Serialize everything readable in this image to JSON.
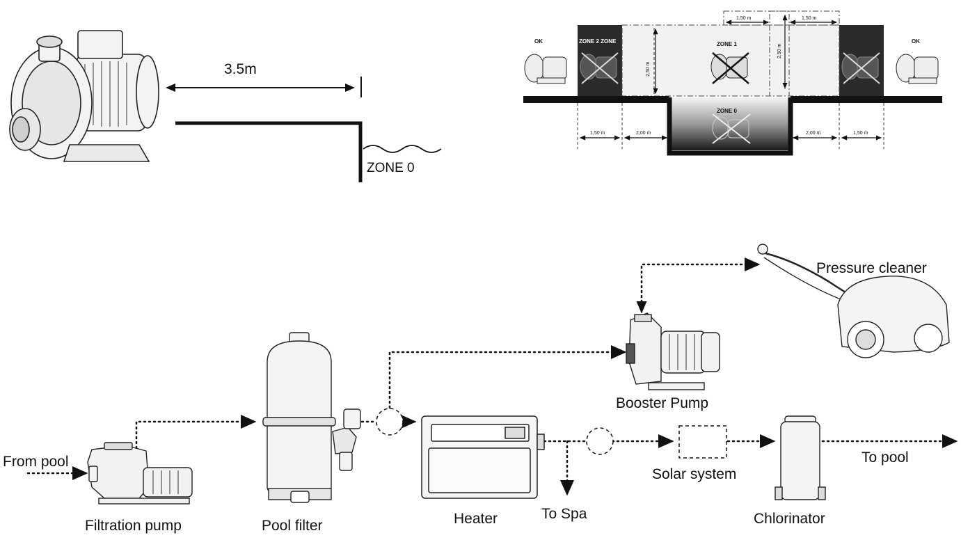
{
  "top_left": {
    "distance_label": "3.5m",
    "zone_label": "ZONE 0"
  },
  "zones_diagram": {
    "ok_left": "OK",
    "ok_right": "OK",
    "zone2_label": "ZONE 2 ZONE",
    "zone1_label": "ZONE 1",
    "zone0_label": "ZONE 0",
    "height_left": "2,50 m",
    "height_right": "2,50 m",
    "top_dim_left": "1,50 m",
    "top_dim_right": "1,50 m",
    "bottom_dims": [
      "1,50 m",
      "2,00 m",
      "2,00 m",
      "1,50 m"
    ]
  },
  "flow": {
    "from_pool": "From pool",
    "filtration_pump": "Filtration pump",
    "pool_filter": "Pool filter",
    "heater": "Heater",
    "to_spa": "To Spa",
    "booster_pump": "Booster Pump",
    "pressure_cleaner": "Pressure cleaner",
    "solar_system": "Solar system",
    "chlorinator": "Chlorinator",
    "to_pool": "To pool"
  }
}
